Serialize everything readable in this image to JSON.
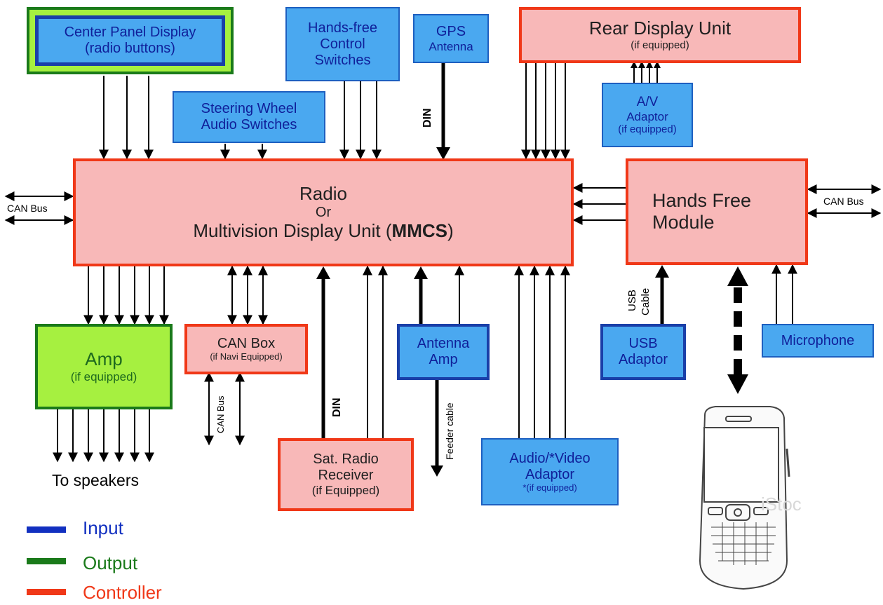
{
  "boxes": {
    "center_panel": {
      "line1": "Center Panel Display",
      "line2": "(radio buttons)"
    },
    "hands_free_switches": {
      "line1": "Hands-free",
      "line2": "Control",
      "line3": "Switches"
    },
    "gps": {
      "line1": "GPS",
      "line2": "Antenna"
    },
    "rear_display": {
      "line1": "Rear Display Unit",
      "line2": "(if equipped)"
    },
    "av_adaptor": {
      "line1": "A/V",
      "line2": "Adaptor",
      "line3": "(if equipped)"
    },
    "steering_wheel": {
      "line1": "Steering Wheel",
      "line2": "Audio Switches"
    },
    "radio": {
      "line1": "Radio",
      "line2": "Or",
      "line3": "Multivision Display Unit (",
      "line3_bold": "MMCS",
      "line3_end": ")"
    },
    "hands_free_module": {
      "line1": "Hands Free",
      "line2": "Module"
    },
    "amp": {
      "line1": "Amp",
      "line2": "(if equipped)"
    },
    "can_box": {
      "line1": "CAN Box",
      "line2": "(if Navi Equipped)"
    },
    "antenna_amp": {
      "line1": "Antenna",
      "line2": "Amp"
    },
    "usb_adaptor": {
      "line1": "USB",
      "line2": "Adaptor"
    },
    "microphone": {
      "line1": "Microphone"
    },
    "sat_radio": {
      "line1": "Sat. Radio",
      "line2": "Receiver",
      "line3": "(if Equipped)"
    },
    "av_video_adaptor": {
      "line1": "Audio/*Video",
      "line2": "Adaptor",
      "line3": "*(if equipped)"
    }
  },
  "labels": {
    "can_bus_left": "CAN Bus",
    "can_bus_right": "CAN Bus",
    "can_bus_canbox": "CAN Bus",
    "din_gps": "DIN",
    "din_sat": "DIN",
    "usb_cable_1": "USB",
    "usb_cable_2": "Cable",
    "feeder_cable": "Feeder cable",
    "to_speakers": "To speakers"
  },
  "legend": [
    {
      "label": "Input",
      "color": "#1230c0"
    },
    {
      "label": "Output",
      "color": "#1a7a1a"
    },
    {
      "label": "Controller",
      "color": "#f03818"
    }
  ],
  "watermark": "iStoc"
}
